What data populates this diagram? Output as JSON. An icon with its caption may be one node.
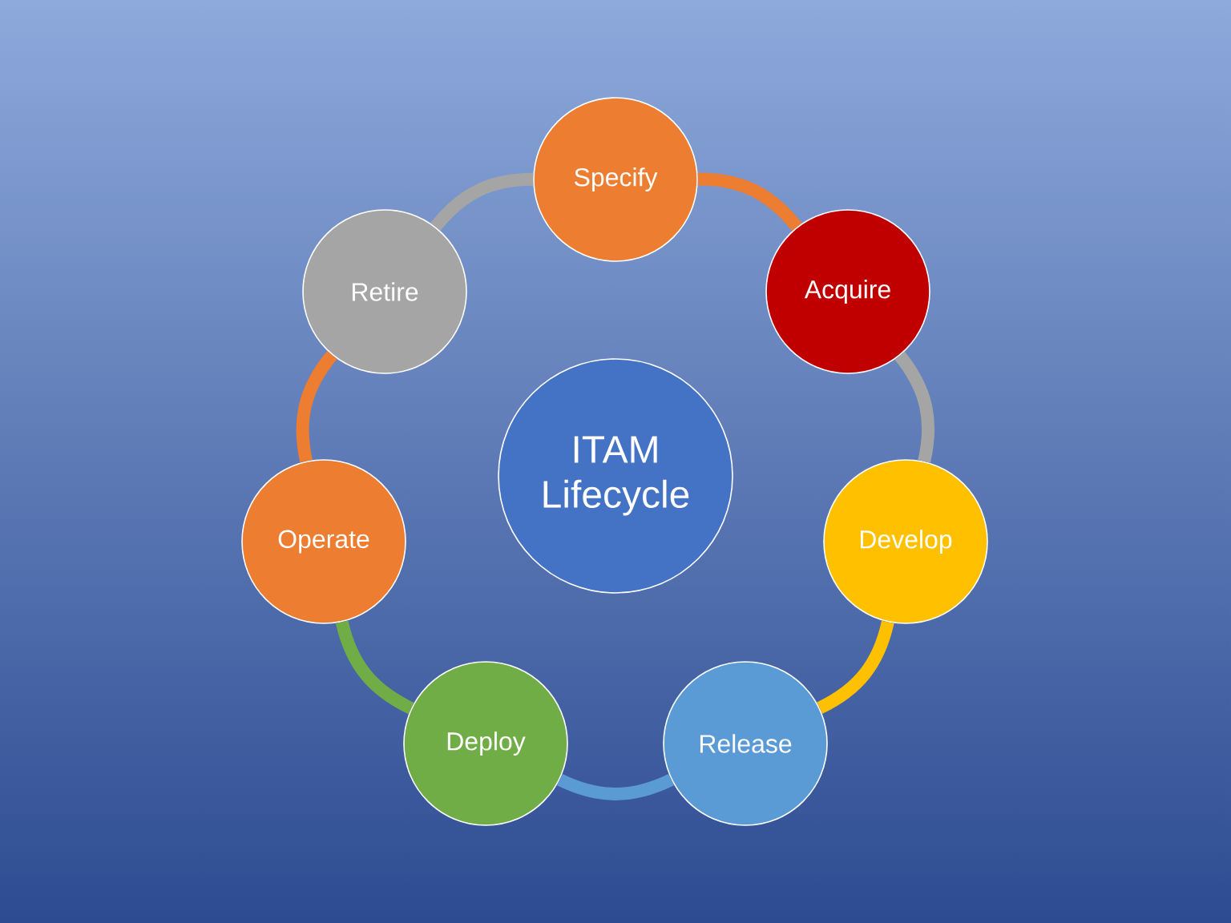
{
  "diagram": {
    "nodes": [
      {
        "text": [
          "ITAM Lifecycle"
        ]
      },
      {
        "text": [
          "Specify"
        ]
      },
      {
        "text": [
          "Acquire"
        ]
      },
      {
        "text": [
          "Develop"
        ]
      },
      {
        "text": [
          "Release"
        ]
      },
      {
        "text": [
          "Deploy"
        ]
      },
      {
        "text": [
          "Operate"
        ]
      },
      {
        "text": [
          "Retire"
        ]
      }
    ],
    "edges": [
      {
        "from": 1,
        "to": 2,
        "arrow": "none",
        "color": "#ed7d31"
      },
      {
        "from": 2,
        "to": 3,
        "arrow": "none",
        "color": "#a5a5a5"
      },
      {
        "from": 3,
        "to": 4,
        "arrow": "none",
        "color": "#ffc000"
      },
      {
        "from": 4,
        "to": 5,
        "arrow": "none",
        "color": "#5b9bd5"
      },
      {
        "from": 5,
        "to": 6,
        "arrow": "none",
        "color": "#70ad47"
      },
      {
        "from": 6,
        "to": 7,
        "arrow": "none",
        "color": "#ed7d31"
      },
      {
        "from": 7,
        "to": 1,
        "arrow": "none",
        "color": "#a5a5a5"
      }
    ]
  }
}
